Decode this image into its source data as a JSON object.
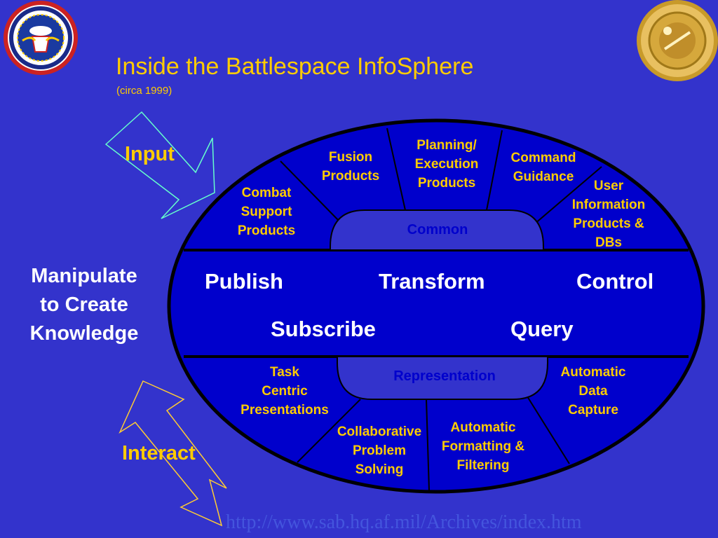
{
  "header": {
    "title": "Inside the Battlespace InfoSphere",
    "subtitle": "(circa 1999)"
  },
  "arrows": {
    "input": "Input",
    "interact": "Interact"
  },
  "left_label": "Manipulate\nto Create\nKnowledge",
  "top_segments": {
    "combat": "Combat\nSupport\nProducts",
    "fusion": "Fusion\nProducts",
    "planning": "Planning/\nExecution\nProducts",
    "command": "Command\nGuidance",
    "user": "User\nInformation\n Products &\nDBs"
  },
  "pills": {
    "common": "Common",
    "representation": "Representation"
  },
  "center": {
    "publish": "Publish",
    "transform": "Transform",
    "control": "Control",
    "subscribe": "Subscribe",
    "query": "Query"
  },
  "bottom_segments": {
    "task": "Task\nCentric\nPresentations",
    "collaborative": "Collaborative\nProblem\nSolving",
    "formatting": "Automatic\nFormatting &\nFiltering",
    "capture": "Automatic\nData\nCapture"
  },
  "footer": {
    "url": "http://www.sab.hq.af.mil/Archives/index.htm"
  },
  "colors": {
    "background": "#3333cc",
    "accent": "#ffcc00",
    "ellipse_fill": "#0000cc",
    "pill_fill": "#3333cc",
    "input_arrow": "#66ffcc",
    "interact_arrow": "#ffcc33"
  },
  "icons": [
    "air-force-seal-icon",
    "scientific-advisory-board-seal-icon"
  ]
}
